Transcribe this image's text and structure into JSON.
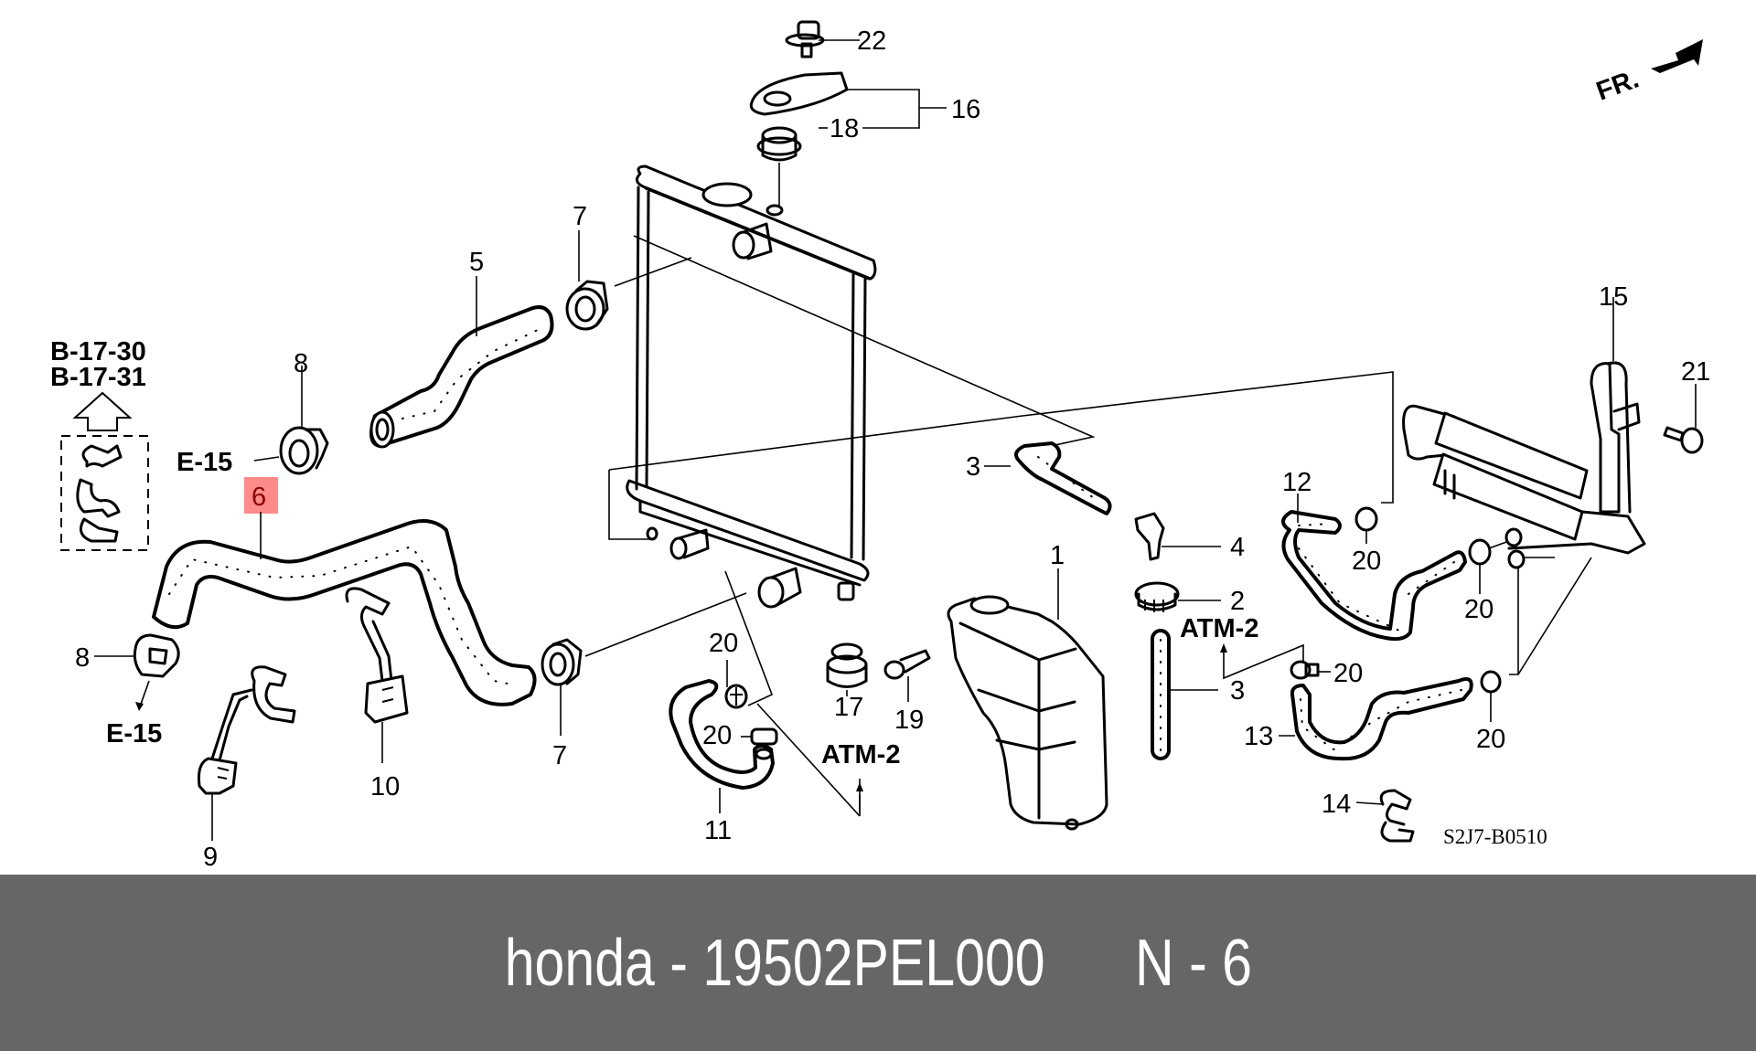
{
  "banner": {
    "brand": "honda",
    "separator": " - ",
    "part_number": "19502PEL000",
    "ref_prefix": "N",
    "ref_separator": " - ",
    "ref_number": "6",
    "background": "#666666",
    "text_color": "#ffffff"
  },
  "diagram": {
    "diagram_code": "S2J7-B0510",
    "direction_label": "FR.",
    "highlight_color": "#ff8a8a",
    "highlighted_part": "6",
    "references": {
      "b_ref_1": "B-17-30",
      "b_ref_2": "B-17-31",
      "e_ref_top": "E-15",
      "e_ref_bottom": "E-15",
      "atm_center": "ATM-2",
      "atm_right": "ATM-2"
    },
    "callouts": {
      "c1": "1",
      "c2": "2",
      "c3a": "3",
      "c3b": "3",
      "c4": "4",
      "c5": "5",
      "c6": "6",
      "c7a": "7",
      "c7b": "7",
      "c8a": "8",
      "c8b": "8",
      "c9": "9",
      "c10": "10",
      "c11": "11",
      "c12": "12",
      "c13": "13",
      "c14": "14",
      "c15": "15",
      "c16": "16",
      "c17": "17",
      "c18": "18",
      "c19": "19",
      "c20a": "20",
      "c20b": "20",
      "c20c": "20",
      "c20d": "20",
      "c20e": "20",
      "c20f": "20",
      "c21": "21",
      "c22": "22"
    }
  }
}
